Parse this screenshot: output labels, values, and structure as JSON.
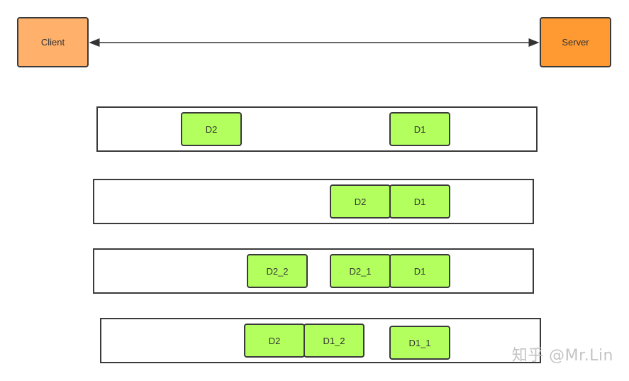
{
  "endpoints": {
    "client_label": "Client",
    "server_label": "Server",
    "client_color": "#ffb06a",
    "server_color": "#ff9a32"
  },
  "packet_color": "#b2ff5e",
  "lanes": [
    {
      "packets": [
        "D2",
        "D1"
      ]
    },
    {
      "packets": [
        "D2",
        "D1"
      ]
    },
    {
      "packets": [
        "D2_2",
        "D2_1",
        "D1"
      ]
    },
    {
      "packets": [
        "D2",
        "D1_2",
        "D1_1"
      ]
    }
  ],
  "watermark": "知乎 @Mr.Lin"
}
